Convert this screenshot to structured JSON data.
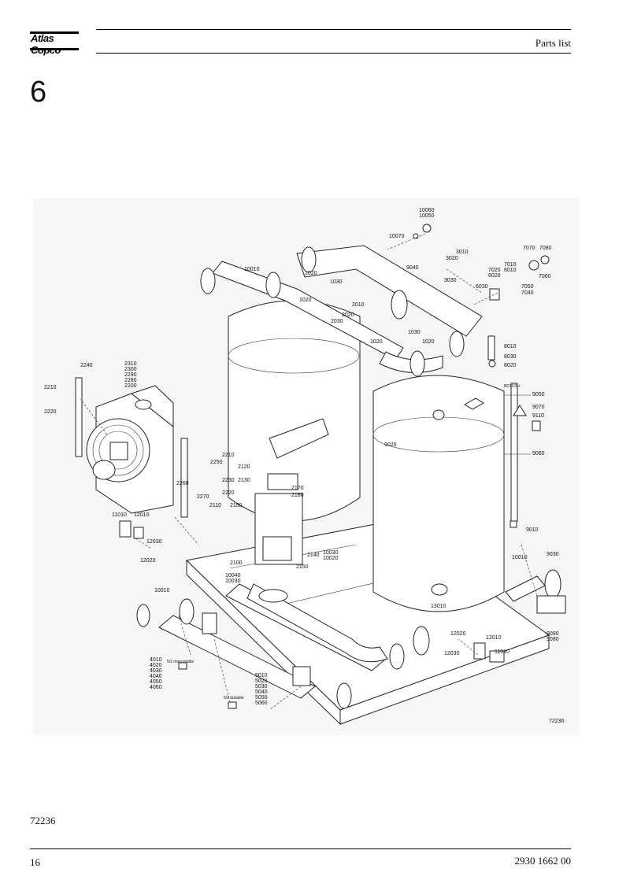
{
  "header": {
    "brand": "Atlas Copco",
    "section": "Parts list"
  },
  "chapter_number": "6",
  "figure": {
    "id_label": "72236",
    "labels": {
      "l10060": "10060",
      "l10050": "10050",
      "l10070": "10070",
      "l3010": "3010",
      "l3020": "3020",
      "l3030": "3030",
      "l9040": "9040",
      "l7070": "7070",
      "l7080": "7080",
      "l7010": "7010",
      "l6010": "6010",
      "l7020": "7020",
      "l6020": "6020",
      "l7060": "7060",
      "l6030": "6030",
      "l7050": "7050",
      "l7040": "7040",
      "l10010a": "10010",
      "l1020a": "1020",
      "l1030a": "1030",
      "l1020b": "1020",
      "l2010": "2010",
      "l2020": "2020",
      "l2030": "2030",
      "l1030b": "1030",
      "l1020c": "1020",
      "l1020d": "1020",
      "l8010": "8010",
      "l8030": "8030",
      "l8020": "8020",
      "l9050": "9050",
      "lbd": "BD1100+",
      "l9070": "9070",
      "l9110": "9110",
      "l9060": "9060",
      "l9020": "9020",
      "l9010": "9010",
      "l2240": "2240",
      "l2310": "2310",
      "l2300": "2300",
      "l2290": "2290",
      "l2280": "2280",
      "l2200": "2200",
      "l2210": "2210",
      "l2220": "2220",
      "l2210b": "2210",
      "l2250": "2250",
      "l2230": "2230",
      "l2220b": "2220",
      "l2260": "2260",
      "l2270": "2270",
      "l2110": "2110",
      "l2150a": "2150",
      "l2120": "2120",
      "l2130": "2130",
      "l2170": "2170",
      "l2160": "2160",
      "l11010a": "11010",
      "l12010a": "12010",
      "l12030a": "12030",
      "l12020a": "12020",
      "l10030a": "10030",
      "l10020": "10020",
      "l2140": "2140",
      "l2150b": "2150",
      "l2100": "2100",
      "l10040": "10040",
      "l10030b": "10030",
      "l10010b": "10010",
      "l9030": "9030",
      "l13010": "13010",
      "l9090": "9090",
      "l9080": "9080",
      "l12020b": "12020",
      "l12010b": "12010",
      "l12030b": "12030",
      "l11010b": "11010",
      "l10010c": "10010",
      "l4010": "4010",
      "l4020": "4020",
      "l4030": "4030",
      "l4040": "4040",
      "l4050": "4050",
      "l4060": "4060",
      "mono": "5/2 monostable",
      "l5010": "5010",
      "l5020": "5020",
      "l5030": "5030",
      "l5040": "5040",
      "l5050": "5050",
      "l5060": "5060",
      "bist": "5/2 bistable"
    }
  },
  "drawing_number": "72236",
  "footer": {
    "page_number": "16",
    "document_number": "2930 1662 00"
  }
}
